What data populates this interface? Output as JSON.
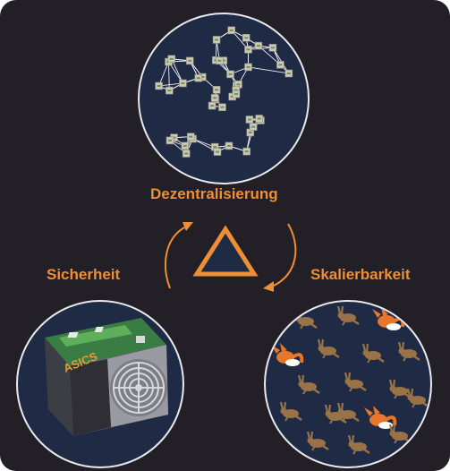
{
  "labels": {
    "top": "Dezentralisierung",
    "left": "Sicherheit",
    "right": "Skalierbarkeit"
  },
  "asic_label": "ASICS",
  "colors": {
    "background": "#221f26",
    "accent": "#ef8f34",
    "circle_fill": "#1f2a44",
    "triangle_fill": "#1f2a44"
  },
  "icons": {
    "top": "network-graph-icon",
    "left": "asic-miner-icon",
    "right": "fox-hare-pattern-icon",
    "center": "triangle-icon",
    "cycle": "cycle-arrows-icon"
  }
}
